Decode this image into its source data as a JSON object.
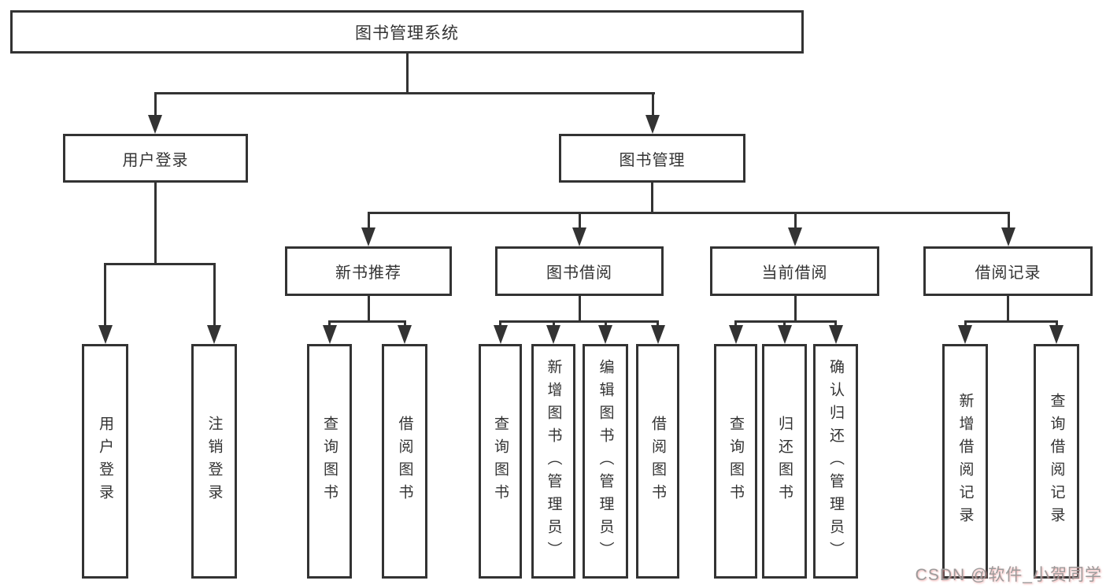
{
  "colors": {
    "line": "#333333",
    "box_border": "#333333",
    "box_fill": "#ffffff",
    "text": "#333333",
    "watermark_text": "#9b9b9b",
    "watermark_glow": "#f09696",
    "background": "#ffffff"
  },
  "watermark": {
    "text": "CSDN @软件_小贺同学"
  },
  "tree": {
    "root": {
      "label": "图书管理系统",
      "children": [
        {
          "label": "用户登录",
          "children": [
            {
              "label": "用户登录"
            },
            {
              "label": "注销登录"
            }
          ]
        },
        {
          "label": "图书管理",
          "children": [
            {
              "label": "新书推荐",
              "children": [
                {
                  "label": "查询图书"
                },
                {
                  "label": "借阅图书"
                }
              ]
            },
            {
              "label": "图书借阅",
              "children": [
                {
                  "label": "查询图书"
                },
                {
                  "label": "新增图书（管理员）"
                },
                {
                  "label": "编辑图书（管理员）"
                },
                {
                  "label": "借阅图书"
                }
              ]
            },
            {
              "label": "当前借阅",
              "children": [
                {
                  "label": "查询图书"
                },
                {
                  "label": "归还图书"
                },
                {
                  "label": "确认归还（管理员）"
                }
              ]
            },
            {
              "label": "借阅记录",
              "children": [
                {
                  "label": "新增借阅记录"
                },
                {
                  "label": "查询借阅记录"
                }
              ]
            }
          ]
        }
      ]
    }
  }
}
